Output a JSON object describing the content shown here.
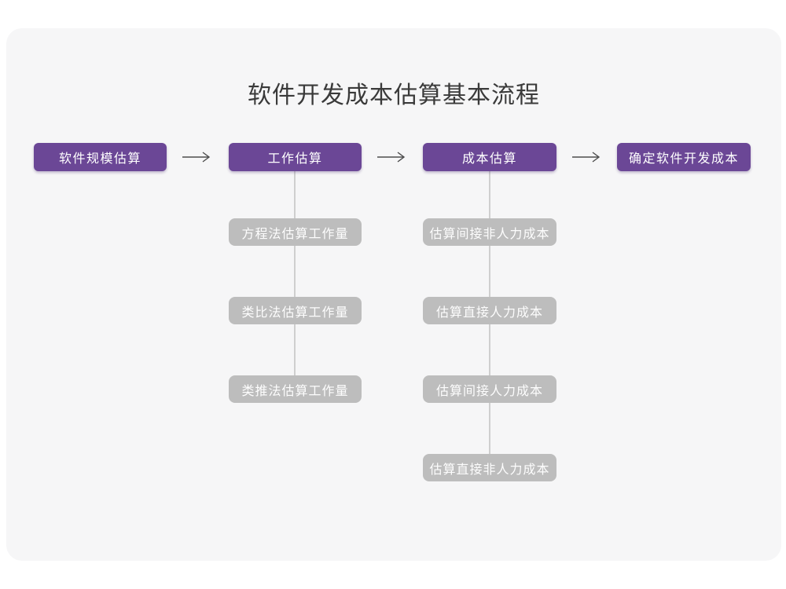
{
  "page": {
    "title": "软件开发成本估算基本流程"
  },
  "flow": {
    "main_steps": [
      {
        "label": "软件规模估算"
      },
      {
        "label": "工作估算"
      },
      {
        "label": "成本估算"
      },
      {
        "label": "确定软件开发成本"
      }
    ],
    "work_substeps": [
      "方程法估算工作量",
      "类比法估算工作量",
      "类推法估算工作量"
    ],
    "cost_substeps": [
      "估算间接非人力成本",
      "估算直接人力成本",
      "估算间接人力成本",
      "估算直接非人力成本"
    ]
  },
  "icons": {
    "flow_connector": "arrow-right-icon"
  },
  "colors": {
    "accent": "#6B4796",
    "substep_fill": "#BDBDBD",
    "canvas_fill": "#F6F6F7",
    "title_text": "#3A3A3A",
    "arrow_stroke": "#4D4D4D",
    "connector_line": "#CFCFCF"
  }
}
